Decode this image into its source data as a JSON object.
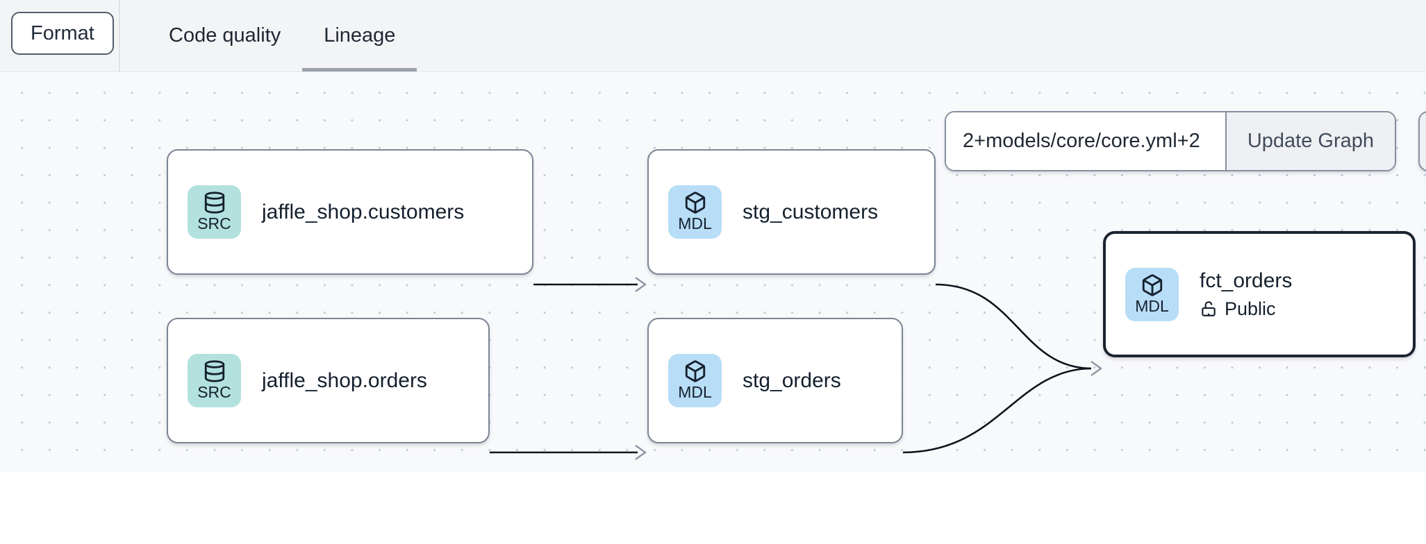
{
  "toolbar": {
    "format_button": "Format",
    "tabs": [
      {
        "label": "Code quality",
        "active": false
      },
      {
        "label": "Lineage",
        "active": true
      }
    ]
  },
  "graph_controls": {
    "selector_value": "2+models/core/core.yml+2",
    "update_button": "Update Graph"
  },
  "lineage": {
    "nodes": [
      {
        "id": "jaffle_shop.customers",
        "type": "source",
        "badge": "SRC",
        "icon": "database-icon",
        "title": "jaffle_shop.customers",
        "selected": false
      },
      {
        "id": "stg_customers",
        "type": "model",
        "badge": "MDL",
        "icon": "cube-icon",
        "title": "stg_customers",
        "selected": false
      },
      {
        "id": "jaffle_shop.orders",
        "type": "source",
        "badge": "SRC",
        "icon": "database-icon",
        "title": "jaffle_shop.orders",
        "selected": false
      },
      {
        "id": "stg_orders",
        "type": "model",
        "badge": "MDL",
        "icon": "cube-icon",
        "title": "stg_orders",
        "selected": false
      },
      {
        "id": "fct_orders",
        "type": "model",
        "badge": "MDL",
        "icon": "cube-icon",
        "title": "fct_orders",
        "visibility": "Public",
        "visibility_icon": "unlock-icon",
        "selected": true
      }
    ],
    "edges": [
      {
        "from": "jaffle_shop.customers",
        "to": "stg_customers"
      },
      {
        "from": "jaffle_shop.orders",
        "to": "stg_orders"
      },
      {
        "from": "stg_customers",
        "to": "fct_orders"
      },
      {
        "from": "stg_orders",
        "to": "fct_orders"
      }
    ]
  },
  "colors": {
    "topbar_bg": "#f3f4f6",
    "canvas_bg": "#f8f9fb",
    "canvas_dot": "#c5c9d2",
    "source_badge_bg": "#b3e1dd",
    "model_badge_bg": "#b8ddf6",
    "node_border": "#7c8494",
    "selected_node_border": "#1b2430",
    "edge_line": "#0e141b",
    "edge_arrow": "#8d94a4",
    "tab_underline": "#9aa1ad"
  }
}
